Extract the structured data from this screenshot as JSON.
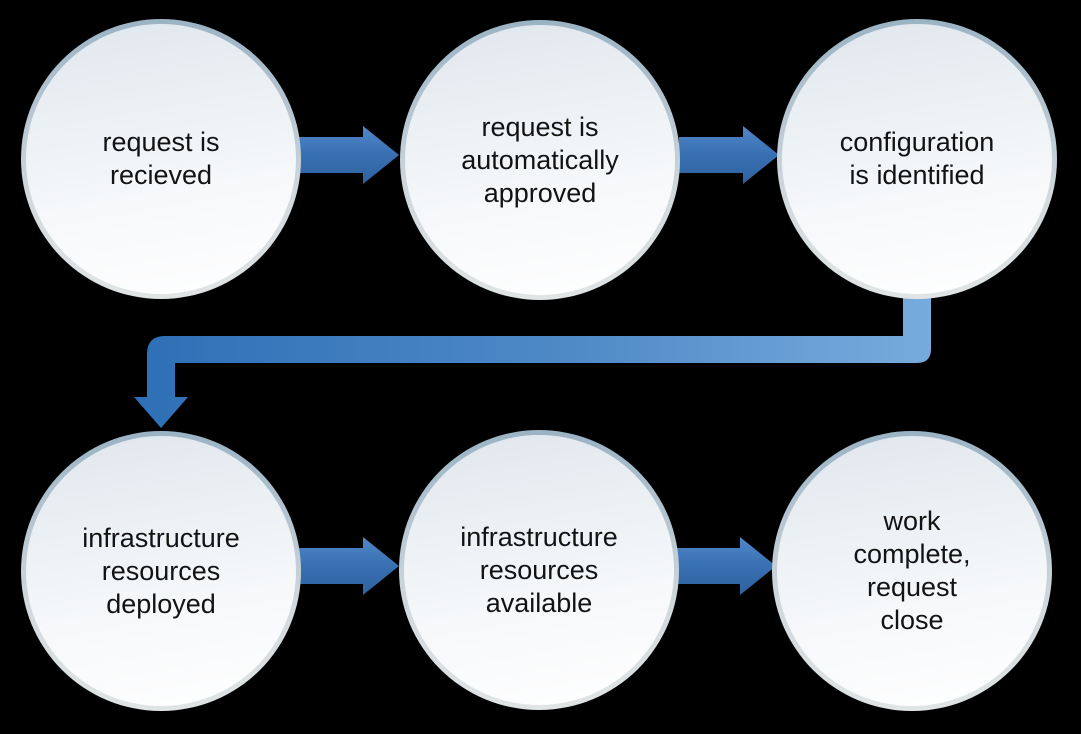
{
  "diagram": {
    "background_color": "#000000",
    "text_color": "#131313",
    "arrow_color": "#3a72b4",
    "connector_gradient": {
      "start": "#2e6fb5",
      "end": "#77abdd"
    },
    "node_border_color": "#9ab3c4",
    "node_fill_top": "#dfe6ed",
    "node_fill_bottom": "#ffffff",
    "nodes": [
      {
        "id": "request-received",
        "label": [
          "request is",
          "recieved"
        ]
      },
      {
        "id": "request-approved",
        "label": [
          "request is",
          "automatically",
          "approved"
        ]
      },
      {
        "id": "configuration-identified",
        "label": [
          "configuration",
          "is identified"
        ]
      },
      {
        "id": "resources-deployed",
        "label": [
          "infrastructure",
          "resources",
          "deployed"
        ]
      },
      {
        "id": "resources-available",
        "label": [
          "infrastructure",
          "resources",
          "available"
        ]
      },
      {
        "id": "work-complete",
        "label": [
          "work",
          "complete,",
          "request",
          "close"
        ]
      }
    ],
    "connectors": [
      {
        "from": "request-received",
        "to": "request-approved",
        "type": "arrow-right"
      },
      {
        "from": "request-approved",
        "to": "configuration-identified",
        "type": "arrow-right"
      },
      {
        "from": "configuration-identified",
        "to": "resources-deployed",
        "type": "elbow-down-left-down"
      },
      {
        "from": "resources-deployed",
        "to": "resources-available",
        "type": "arrow-right"
      },
      {
        "from": "resources-available",
        "to": "work-complete",
        "type": "arrow-right"
      }
    ]
  }
}
